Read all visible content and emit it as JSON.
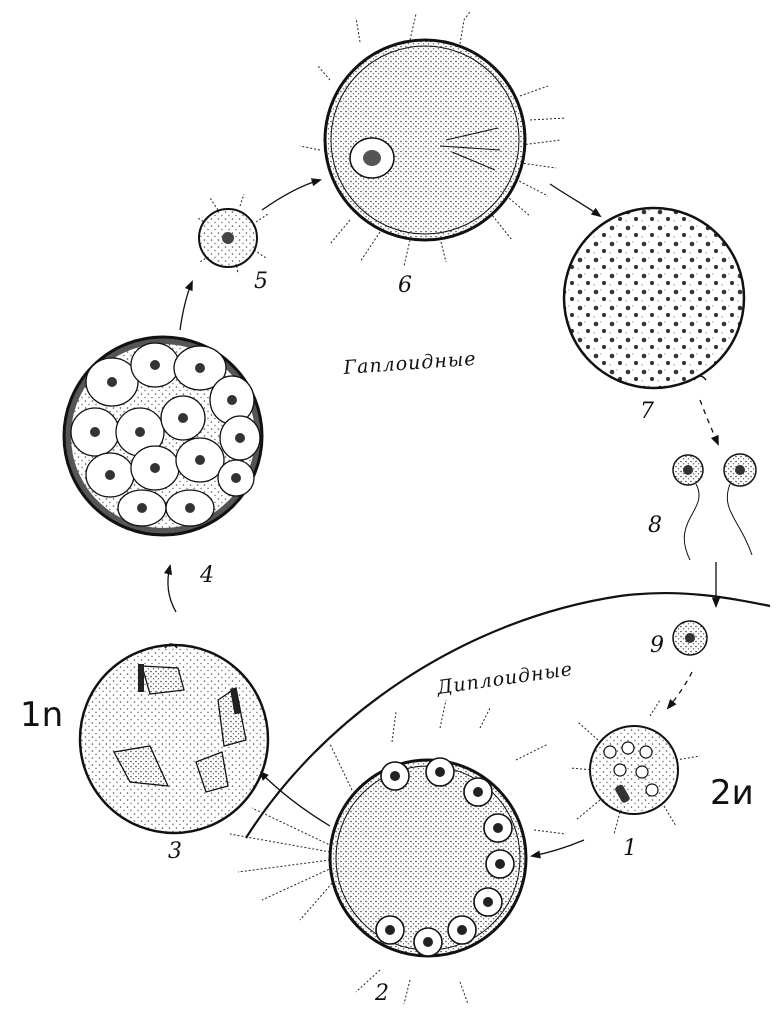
{
  "zones": {
    "haploid": "Гаплоидные",
    "diploid": "Диплоидные"
  },
  "stages": [
    "1",
    "2",
    "3",
    "4",
    "5",
    "6",
    "7",
    "8",
    "9"
  ],
  "ploidy": {
    "left": "1n",
    "right": "2и"
  },
  "colors": {
    "ink": "#111111",
    "stipple": "#444444",
    "paper": "#ffffff"
  }
}
